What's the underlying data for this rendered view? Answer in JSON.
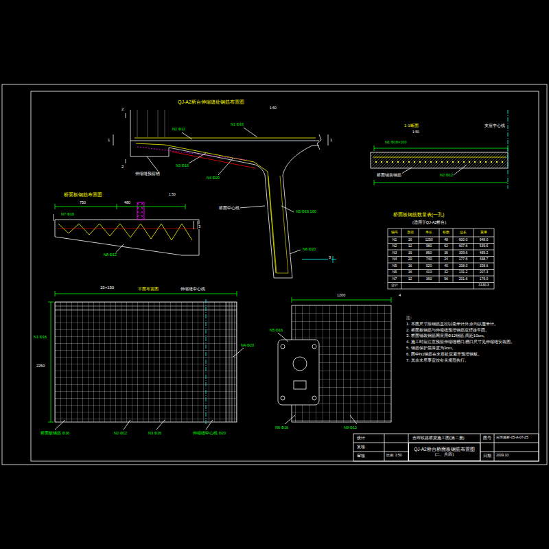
{
  "diagram": {
    "nodes": [
      {
        "text": [
          "QJ-A2桥台桥面板钢筋布置图",
          "(二、共四)"
        ]
      }
    ],
    "labels": [
      "QJ-A2桥台伸缩缝处钢筋布置图",
      "1:50",
      "1",
      "1",
      "2",
      "2",
      "N1 Φ16",
      "N2 Φ12",
      "伸缩缝预留槽",
      "N3 Φ16",
      "N4 Φ20",
      "桥面中心线",
      "N5 Φ16 100",
      "N6 Φ20",
      "3",
      "1-1断面",
      "1:50",
      "支座中心线",
      "N1 Φ16×100",
      "桥面铺装钢筋",
      "N2 Φ12",
      "桥面板钢筋布置图",
      "1:50",
      "750",
      "480",
      "N7 Φ16",
      "N8 Φ12",
      "3",
      "15×150",
      "平面布置图",
      "伸缩缝中心线",
      "N1 Φ16",
      "2250",
      "桥面板钢筋 Φ16",
      "N2 Φ12",
      "N3 Φ16",
      "伸缩缝中心线 Φ20",
      "N4 Φ20",
      "1200",
      "N5 Φ16",
      "N6 Φ16",
      "N9 Φ12",
      "4",
      "桥面板钢筋数量表(一孔)",
      "(适用于QJ-A2桥台)",
      "编号",
      "直径",
      "单长",
      "根数",
      "总长",
      "重量",
      "N1",
      "16",
      "1250",
      "48",
      "600.0",
      "948.0",
      "N2",
      "12",
      "980",
      "62",
      "607.6",
      "539.5",
      "N3",
      "16",
      "860",
      "36",
      "309.6",
      "489.2",
      "N4",
      "20",
      "740",
      "24",
      "177.6",
      "438.7",
      "N5",
      "16",
      "520",
      "40",
      "208.0",
      "328.6",
      "N6",
      "16",
      "410",
      "32",
      "131.2",
      "207.3",
      "N7",
      "12",
      "360",
      "56",
      "201.6",
      "179.0",
      "合计",
      "3130.3",
      "注:",
      "1. 本图尺寸除钢筋直径以毫米计外,余均以厘米计。",
      "2. 桥面板钢筋与伸缩缝预埋钢筋应焊接牢固。",
      "3. 桥面铺装钢筋网采用Φ12钢筋,间距10cm。",
      "4. 施工时应注意预留伸缩缝槽口,槽口尺寸见伸缩缝安装图。",
      "5. 钢筋保护层厚度为3cm。",
      "6. 图中N1钢筋在支座处应避开预埋钢板。",
      "7. 其余未尽事宜按有关规范执行。",
      "设计",
      "复核",
      "审核",
      "吉珲铁路桥梁施工图(第二册)",
      "比例: 1:50",
      "图号",
      "吉珲施桥-05-A-07-25",
      "日期",
      "2009.10"
    ]
  }
}
